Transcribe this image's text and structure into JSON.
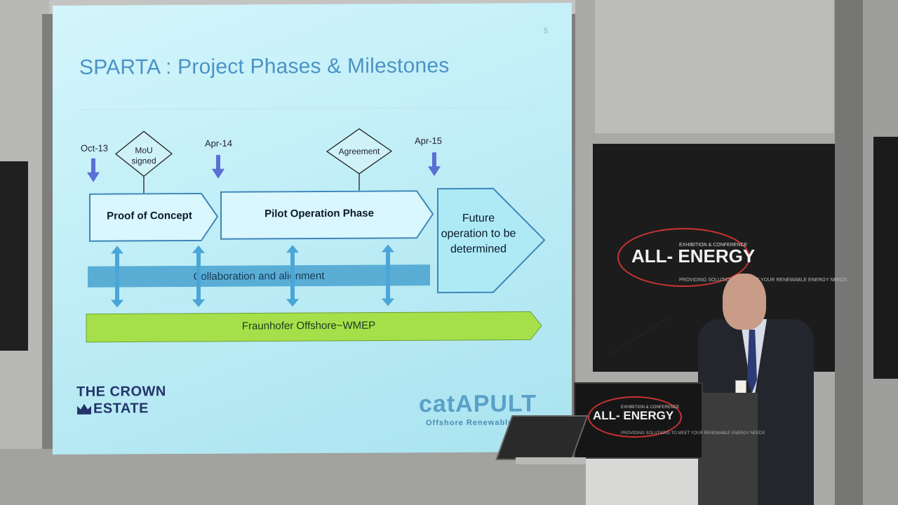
{
  "slide": {
    "page_number": "5",
    "title": "SPARTA : Project Phases & Milestones",
    "dates": [
      "Oct-13",
      "Apr-14",
      "Apr-15"
    ],
    "milestones": [
      "MoU signed",
      "Agreement"
    ],
    "phases": [
      "Proof of Concept",
      "Pilot Operation Phase",
      "Future operation to be determined"
    ],
    "collaboration_label": "Collaboration and alignment",
    "program_label": "Fraunhofer Offshore~WMEP",
    "logo_left_line1": "THE CROWN",
    "logo_left_line2": "ESTATE",
    "logo_right": "catAPULT",
    "logo_right_sub": "Offshore Renewable E",
    "colors": {
      "title": "#4b93c5",
      "box_border": "#3f86b8",
      "band": "#5aaed6",
      "green_bar": "#a5e04b",
      "arrow": "#5b6fd6"
    }
  },
  "event_banner": {
    "brand": "ALL- ENERGY",
    "subtitle": "EXHIBITION & CONFERENCE",
    "tagline": "PROVIDING SOLUTIONS TO MEET YOUR RENEWABLE ENERGY NEEDS"
  },
  "podium": {
    "brand": "ALL- ENERGY",
    "subtitle": "EXHIBITION & CONFERENCE",
    "tagline": "PROVIDING SOLUTIONS TO MEET YOUR RENEWABLE ENERGY NEEDS"
  }
}
